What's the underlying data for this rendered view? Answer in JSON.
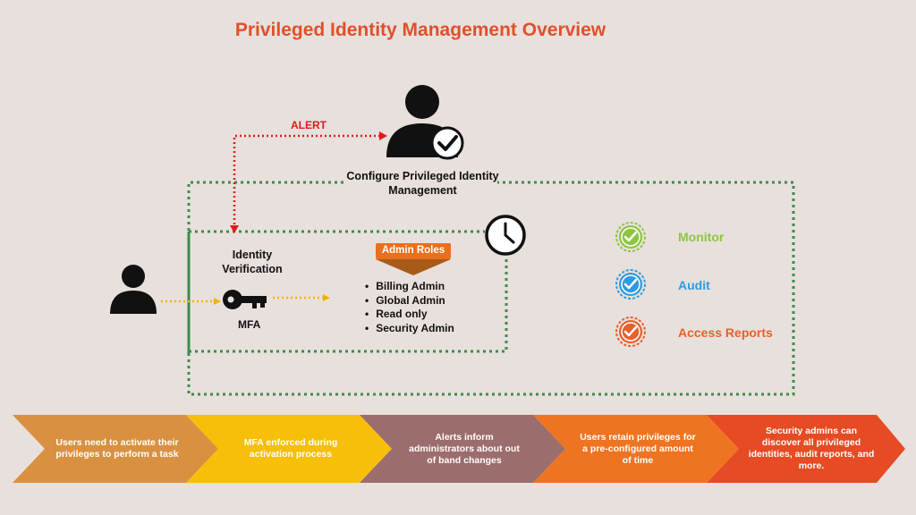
{
  "title": "Privileged Identity Management Overview",
  "alert_label": "ALERT",
  "configure_label": "Configure Privileged Identity Management",
  "identity_label": "Identity Verification",
  "mfa_label": "MFA",
  "admin_roles": {
    "tag": "Admin Roles",
    "items": [
      "Billing Admin",
      "Global Admin",
      "Read only",
      "Security Admin"
    ]
  },
  "legend": [
    {
      "label": "Monitor",
      "color": "#8dc63f"
    },
    {
      "label": "Audit",
      "color": "#2f9be0"
    },
    {
      "label": "Access Reports",
      "color": "#e8602a"
    }
  ],
  "steps": [
    {
      "text": "Users need to activate their privileges to perform a task",
      "color": "#d99141"
    },
    {
      "text": "MFA enforced during activation process",
      "color": "#f8bf09"
    },
    {
      "text": "Alerts inform administrators about out of band changes",
      "color": "#9c6d6d"
    },
    {
      "text": "Users retain privileges for a pre-configured amount of time",
      "color": "#ee7422"
    },
    {
      "text": "Security admins can discover all privileged identities, audit reports, and more.",
      "color": "#e64b23"
    }
  ]
}
